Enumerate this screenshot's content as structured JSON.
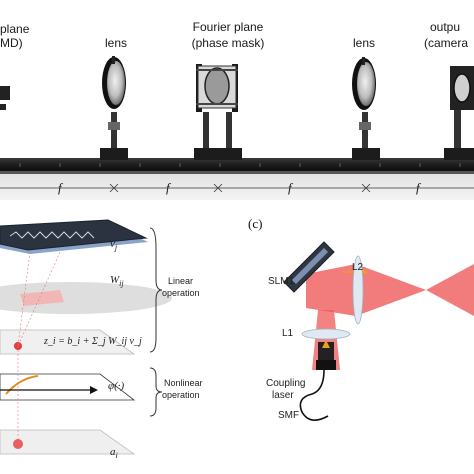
{
  "photo": {
    "labels": {
      "input_plane_line1": "plane",
      "input_plane_line2": "MD)",
      "lens_left": "lens",
      "fourier_line1": "Fourier plane",
      "fourier_line2": "(phase mask)",
      "lens_right": "lens",
      "output_line1": "outpu",
      "output_line2": "(camera"
    },
    "focal_marks": [
      "f",
      "f",
      "f",
      "f"
    ]
  },
  "panel_c_label": "(c)",
  "network": {
    "v": "v",
    "v_sub": "j",
    "W": "W",
    "W_sub": "ij",
    "linear_line1": "Linear",
    "linear_line2": "operation",
    "equation": "z_i = b_i + Σ_j W_ij v_j",
    "phi": "φ(·)",
    "nonlinear_line1": "Nonlinear",
    "nonlinear_line2": "operation",
    "a": "a",
    "a_sub": "i"
  },
  "setup": {
    "slm": "SLM1",
    "l2": "L2",
    "l1": "L1",
    "coupling_line1": "Coupling",
    "coupling_line2": "laser",
    "smf": "SMF"
  }
}
